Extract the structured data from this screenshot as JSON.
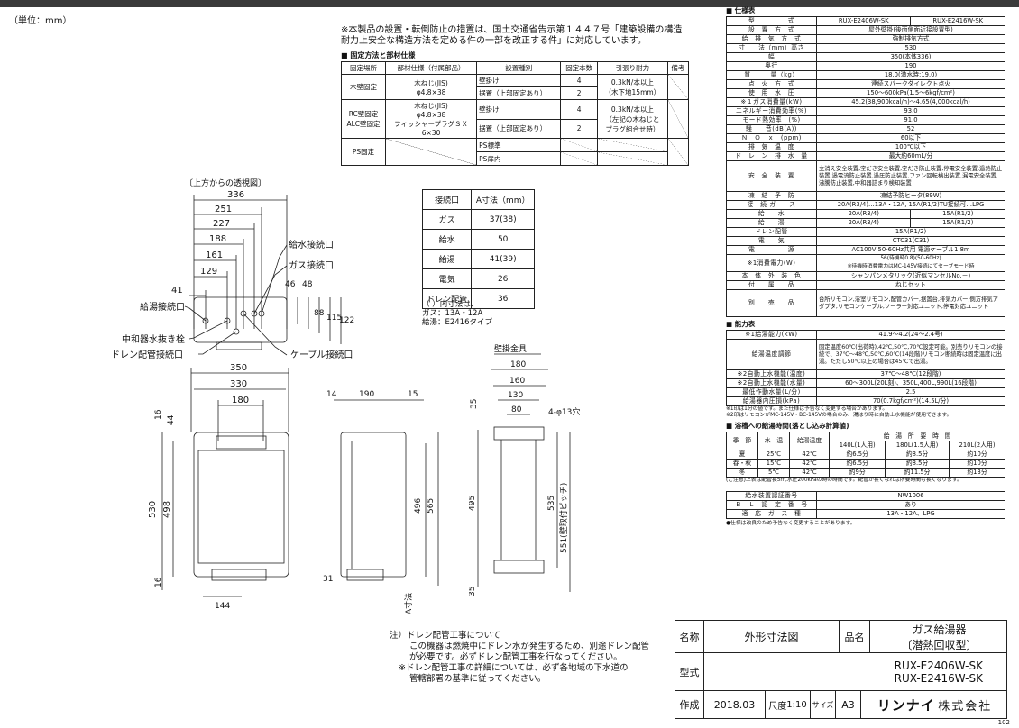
{
  "units_label": "（単位：mm）",
  "install_note": "※本製品の設置・転倒防止の措置は、国土交通省告示第１４４７号「建築設備の構造耐力上安全な構造方法を定める件の一部を改正する件」に対応しています。",
  "fixing": {
    "title": "■ 固定方法と部材仕様",
    "headers": [
      "固定場所",
      "部材仕様（付属部品）",
      "設置種別",
      "固定本数",
      "引張り耐力",
      "備考"
    ],
    "wood": {
      "place": "木壁固定",
      "material_a": "木ねじ(JIS)",
      "material_b": "φ4.8×38",
      "type1": "壁掛け",
      "type2": "据置（上部固定あり）",
      "count1": "4",
      "count2": "2",
      "strength_a": "0.3kN/本以上",
      "strength_b": "（木下地15mm）"
    },
    "rc": {
      "place_a": "RC壁固定",
      "place_b": "ALC壁固定",
      "material_a": "木ねじ(JIS)",
      "material_b": "φ4.8×38",
      "material_c": "フィッシャープラグＳＸ",
      "material_d": "6×30",
      "type1": "壁掛け",
      "type2": "据置（上部固定あり）",
      "count1": "4",
      "count2": "2",
      "strength_a": "0.3kN/本以上",
      "strength_b": "（左記の木ねじと",
      "strength_c": "プラグ組合せ時）"
    },
    "ps": {
      "place": "PS固定",
      "type1": "PS標準",
      "type2": "PS扉内"
    }
  },
  "top_view": {
    "title": "〔上方からの透視図〕",
    "dims": [
      "336",
      "251",
      "227",
      "188",
      "161",
      "129",
      "41",
      "46",
      "48",
      "88",
      "115",
      "122"
    ],
    "labels": [
      "給水接続口",
      "ガス接続口",
      "給湯接続口",
      "中和器水抜き栓",
      "ドレン配管接続口",
      "ケーブル接続口"
    ]
  },
  "front_view": {
    "dims": [
      "350",
      "330",
      "180",
      "16",
      "44",
      "530",
      "498",
      "16",
      "144"
    ]
  },
  "side_view": {
    "dims": [
      "14",
      "190",
      "15",
      "496",
      "565",
      "31"
    ],
    "label_a": "A寸法"
  },
  "wall_bracket": {
    "title": "壁掛金具",
    "dims": [
      "180",
      "160",
      "130",
      "80",
      "35",
      "495",
      "535",
      "35"
    ],
    "hole": "4-φ13穴",
    "pitch": "551(壁取付ピッチ)"
  },
  "connection": {
    "headers": [
      "接続口",
      "A寸法（mm）"
    ],
    "rows": [
      [
        "ガス",
        "37(38)"
      ],
      [
        "給水",
        "50"
      ],
      [
        "給湯",
        "41(39)"
      ],
      [
        "電気",
        "26"
      ],
      [
        "ドレン配管",
        "36"
      ]
    ],
    "note_a": "（ ）内寸法は、",
    "note_b": "ガス：13A・12A",
    "note_c": "給湯：E2416タイプ"
  },
  "spec": {
    "title": "■ 仕様表",
    "rows": [
      [
        "型　　　　　式",
        "RUX-E2406W-SK",
        "RUX-E2416W-SK"
      ],
      [
        "設　置　方　式",
        "屋外壁掛(後面側面近接設置型)"
      ],
      [
        "給　排　気　方　式",
        "強制排気方式"
      ],
      [
        "寸　　法（mm）高さ",
        "530"
      ],
      [
        "幅",
        "350(本体336)"
      ],
      [
        "奥行",
        "190"
      ],
      [
        "質　　　量（kg）",
        "18.0(満水時:19.0)"
      ],
      [
        "点　火　方　式",
        "連続スパークダイレクト点火"
      ],
      [
        "使　用　水　圧",
        "150〜600kPa(1.5〜6kgf/cm²)"
      ],
      [
        "※１ガス消費量(kW)",
        "45.2(38,900kcal/h)〜4.65(4,000kcal/h)"
      ],
      [
        "エネルギー消費効率(%)",
        "93.0"
      ],
      [
        "モード熱効率　(%)",
        "91.0"
      ],
      [
        "騒　　音(dB(A))",
        "52"
      ],
      [
        "Ｎ　Ｏ　ｘ　(ppm)",
        "60以下"
      ],
      [
        "排　気　温　度",
        "100℃以下"
      ],
      [
        "ド　レ　ン　排　水　量",
        "最大約60mL/分"
      ]
    ],
    "safety_label": "安　全　装　置",
    "safety_text": "立消え安全装置,空だき安全装置,空だき防止装置,停電安全装置,過熱防止装置,過電流防止装置,過圧防止装置,ファン回転検出装置,漏電安全装置,沸騰防止装置,中和器詰まり検知装置",
    "freeze_label": "凍　結　予　防",
    "freeze_val": "凍結予防ヒータ(89W)",
    "conn_label": "接　続",
    "conn_rows": [
      [
        "ガ　　ス",
        "20A(R3/4)…13A・12A, 15A(R1/2)TU接続可…LPG"
      ],
      [
        "給　　水",
        "20A(R3/4)",
        "15A(R1/2)"
      ],
      [
        "給　　湯",
        "20A(R3/4)",
        "15A(R1/2)"
      ],
      [
        "ドレン配管",
        "15A(R1/2)"
      ],
      [
        "電　　気",
        "CTC31(C31)"
      ]
    ],
    "power_label": "電　　　　　源",
    "power_val": "AC100V 50-60Hz共用 電源ケーブル1.8m",
    "consumption_label": "※1消費電力(W)",
    "consumption_a": "56(待機時0.8)(50-60Hz)",
    "consumption_b": "※待機時消費電力はMC-145V接続にてセーブモード時",
    "exterior_label": "本　体　外　装　色",
    "exterior_val": "シャンパンメタリック(近似マンセルNo.－)",
    "accessory_label": "付　　属　　品",
    "accessory_val": "ねじセット",
    "sold_label": "別　　売　　品",
    "sold_val": "台所リモコン,浴室リモコン,配管カバー,据置台,排気カバー,側方排気アダプタ,リモコンケーブル,ソーラー対応ユニット,停電対応ユニット",
    "cap_title": "■ 能力表",
    "cap_rows": [
      [
        "※1給湯能力(kW)",
        "41.9〜4.2(24〜2.4号)"
      ],
      [
        "給湯温度調節",
        "固定温度60℃(出荷時),42℃,50℃,70℃設定可能。別売りリモコンの接続で、37℃〜48℃,50℃,60℃(14段階)リモコン断続時は固定温度に出湯。ただし50℃以上の場合は45℃で出湯。"
      ],
      [
        "※2自動上水機能(温度)",
        "37℃〜48℃(12段階)"
      ],
      [
        "※2自動上水機能(水量)",
        "60〜300L(20L刻)、350L,400L,990L(16段階)"
      ],
      [
        "最低作動水量(L/分)",
        "2.5"
      ],
      [
        "給湯器内圧損(kPa)",
        "70(0.7kgf/cm²)(14.5L/分)"
      ]
    ],
    "cap_note_a": "※1印は1分の値です。また仕様は予告なく変更する場合があります。",
    "cap_note_b": "※2印はリモコンがMC-145V・BC-145Vの場合のみ、湯はり時に自動上水機能が使用できます。",
    "bath_title": "■ 浴槽への給湯時間(落とし込み計算値)",
    "bath_headers": [
      "季　節",
      "水　温",
      "給湯温度",
      "給　湯　所　要　時　間"
    ],
    "bath_subheaders": [
      "140L(1人用)",
      "180L(1.5人用)",
      "210L(2人用)"
    ],
    "bath_rows": [
      [
        "夏",
        "25℃",
        "42℃",
        "約6.5分",
        "約8.5分",
        "約10分"
      ],
      [
        "春・秋",
        "15℃",
        "42℃",
        "約6.5分",
        "約8.5分",
        "約10分"
      ],
      [
        "冬",
        "5℃",
        "42℃",
        "約9分",
        "約11.5分",
        "約13分"
      ]
    ],
    "bath_note": "(ご注意)上表は配管長5m,水圧200kPaの時の時間です。配管が長くなれば所要時間も長くなります。",
    "cert_rows": [
      [
        "給水装置認証番号",
        "NW1006"
      ],
      [
        "Ｂ　Ｌ　認　定　番　号",
        "あり"
      ],
      [
        "適　応　ガ　ス　種",
        "13A・12A、LPG"
      ]
    ],
    "final_note": "●仕様は改良のため予告なく変更することがあります。"
  },
  "drain_note": {
    "line1": "注）ドレン配管工事について",
    "line2": "この機器は燃焼中にドレン水が発生するため、別途ドレン配管",
    "line3": "が必要です。必ずドレン配管工事を行なってください。",
    "line4": "※ドレン配管工事の詳細については、必ず各地域の下水道の",
    "line5": "管轄部署の基準に従ってください。"
  },
  "titleblock": {
    "name_label": "名称",
    "name_val": "外形寸法図",
    "product_label": "品名",
    "product_a": "ガス給湯器",
    "product_b": "〔潜熱回収型〕",
    "model_label": "型式",
    "model_a": "RUX-E2406W-SK",
    "model_b": "RUX-E2416W-SK",
    "made_label": "作成",
    "made_val": "2018.03",
    "scale_label": "尺度",
    "scale_val": "1:10",
    "size_label": "サイズ",
    "size_val": "A3",
    "company_a": "リンナイ",
    "company_b": "株式会社"
  },
  "page_number": "102"
}
